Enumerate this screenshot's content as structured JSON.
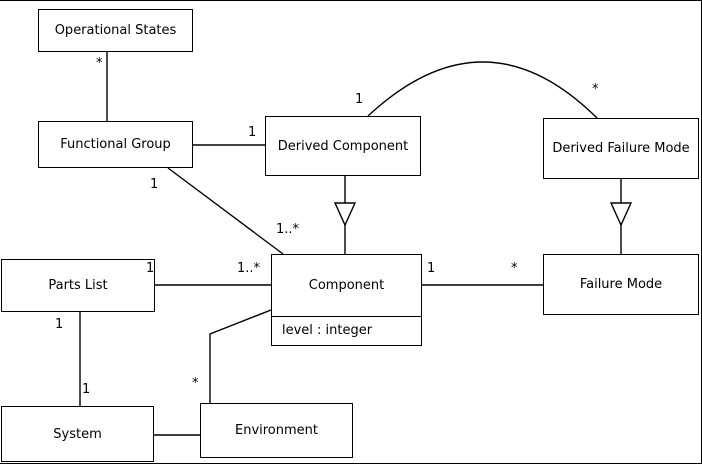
{
  "diagram": {
    "kind": "uml-class-diagram",
    "colors": {
      "line": "#000000",
      "box_border": "#000000",
      "box_fill": "#ffffff",
      "background": "#ffffff"
    },
    "nodes": {
      "operational_states": {
        "label": "Operational States"
      },
      "functional_group": {
        "label": "Functional Group"
      },
      "derived_component": {
        "label": "Derived Component"
      },
      "derived_failure_mode": {
        "label": "Derived Failure Mode"
      },
      "parts_list": {
        "label": "Parts List"
      },
      "component": {
        "label": "Component",
        "attribute_level": "level : integer"
      },
      "failure_mode": {
        "label": "Failure Mode"
      },
      "system": {
        "label": "System"
      },
      "environment": {
        "label": "Environment"
      }
    },
    "edges": {
      "operational_states_functional_group": {
        "near_operational_states": "*"
      },
      "functional_group_derived_component": {
        "near_derived_component": "1"
      },
      "derived_component_derived_failure_mode": {
        "near_derived_component": "1",
        "near_derived_failure_mode": "*"
      },
      "functional_group_component": {
        "near_functional_group": "1",
        "near_component": "1..*"
      },
      "parts_list_component": {
        "near_parts_list": "1",
        "near_component": "1..*"
      },
      "component_failure_mode": {
        "near_component": "1",
        "near_failure_mode": "*"
      },
      "parts_list_system": {
        "near_parts_list": "1",
        "near_system": "1"
      },
      "component_environment": {
        "near_environment": "*"
      }
    }
  }
}
